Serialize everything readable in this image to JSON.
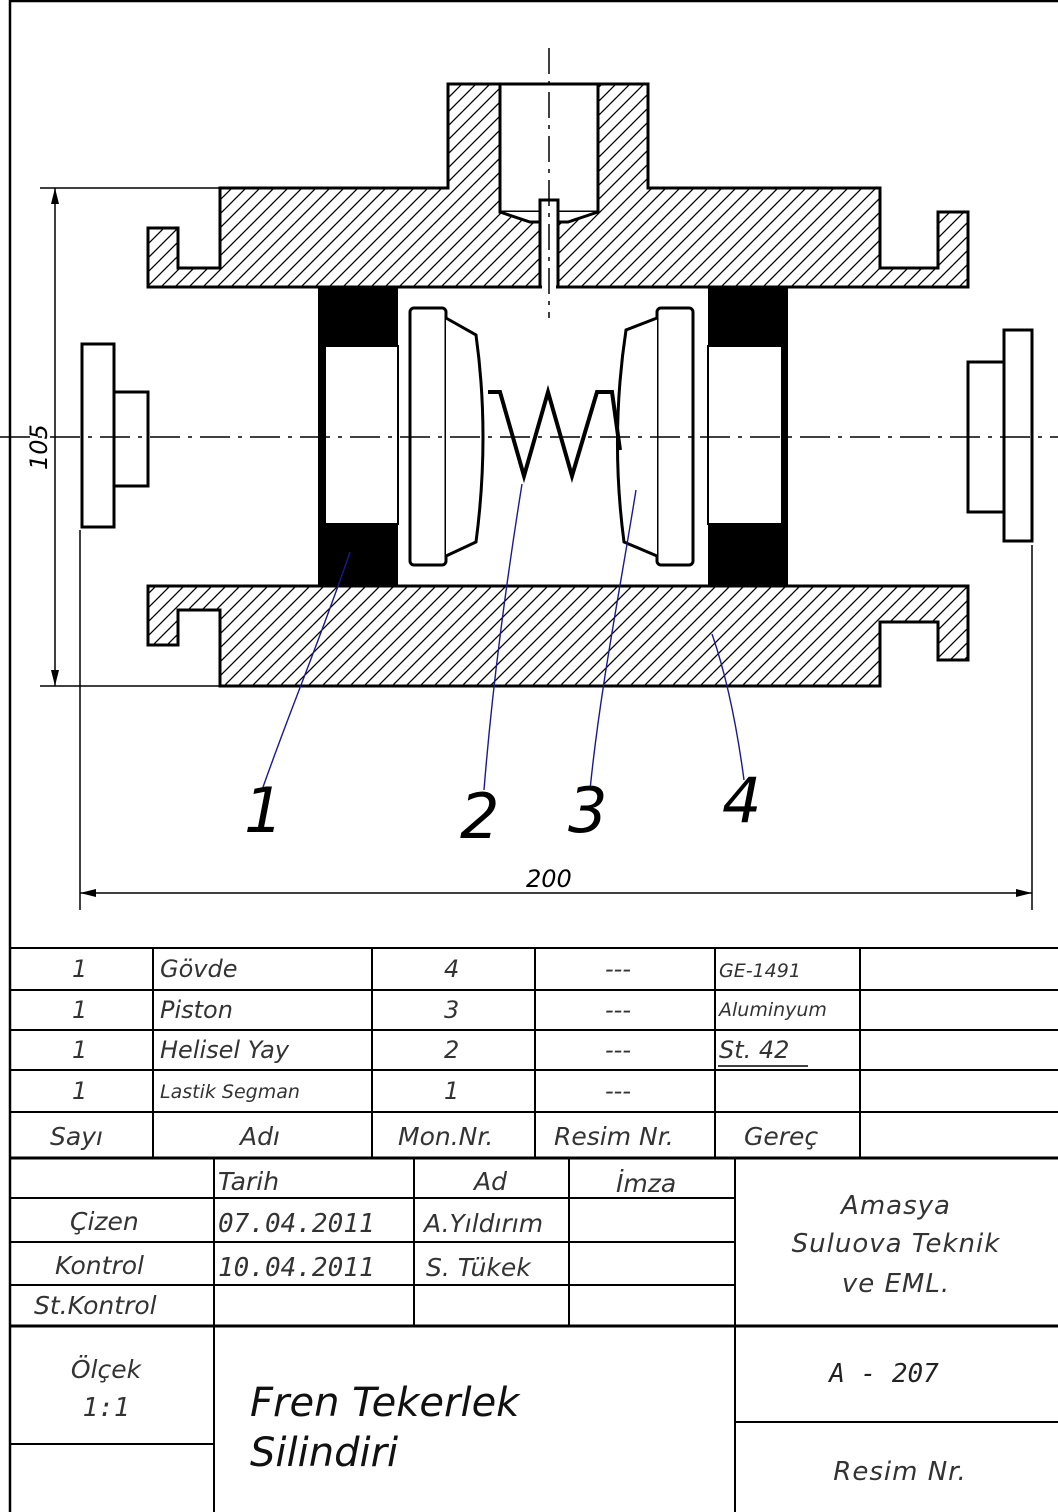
{
  "dimensions": {
    "height": "105",
    "width": "200"
  },
  "callouts": [
    "1",
    "2",
    "3",
    "4"
  ],
  "parts": [
    {
      "qty": "1",
      "name": "Gövde",
      "part_no": "4",
      "drawing_no": "---",
      "material": "GE-1491"
    },
    {
      "qty": "1",
      "name": "Piston",
      "part_no": "3",
      "drawing_no": "---",
      "material": "Aluminyum"
    },
    {
      "qty": "1",
      "name": "Helisel Yay",
      "part_no": "2",
      "drawing_no": "---",
      "material": "St. 42"
    },
    {
      "qty": "1",
      "name": "Lastik Segman",
      "part_no": "1",
      "drawing_no": "---",
      "material": ""
    }
  ],
  "parts_header": {
    "qty": "Sayı",
    "name": "Adı",
    "part_no": "Mon.Nr.",
    "drawing_no": "Resim Nr.",
    "material": "Gereç"
  },
  "title_block": {
    "col_date": "Tarih",
    "col_name": "Ad",
    "col_sign": "İmza",
    "rows": [
      {
        "label": "Çizen",
        "date": "07.04.2011",
        "name": "A.Yıldırım"
      },
      {
        "label": "Kontrol",
        "date": "10.04.2011",
        "name": "S. Tükek"
      },
      {
        "label": "St.Kontrol",
        "date": "",
        "name": ""
      }
    ],
    "school": [
      "Amasya",
      "Suluova Teknik",
      "ve EML."
    ],
    "scale_label": "Ölçek",
    "scale_value": "1:1",
    "title": [
      "Fren Tekerlek",
      "Silindiri"
    ],
    "drawing_code": "A - 207",
    "drawing_no_label": "Resim Nr."
  },
  "colors": {
    "ink": "#000000",
    "leader": "#1a1a8c",
    "paper": "#ffffff"
  }
}
